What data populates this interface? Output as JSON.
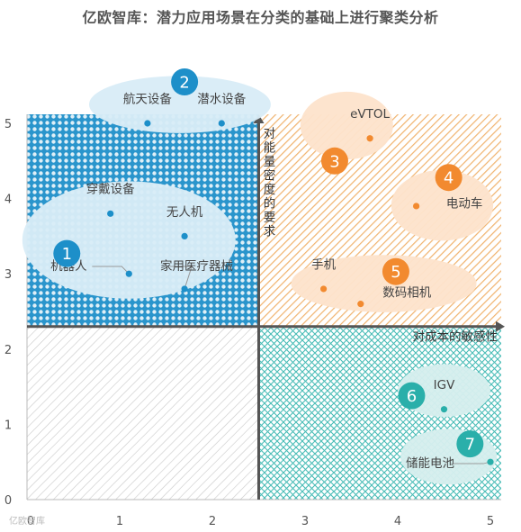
{
  "title": "亿欧智库：潜力应用场景在分类的基础上进行聚类分析",
  "watermark": "亿欧智库",
  "colors": {
    "blue": "#1d8fc9",
    "blue_fill": "#2a95cc",
    "blue_bubble": "#d8ecf7",
    "orange": "#f28a2f",
    "orange_pattern": "#f0b36e",
    "orange_bubble": "#fde3cc",
    "teal": "#2aafaa",
    "teal_pattern": "#48bcb6",
    "teal_bubble": "#d5eeed",
    "gray_pattern": "#c8c8c8",
    "axis": "#555555"
  },
  "chart_data": {
    "type": "scatter",
    "title": "亿欧智库：潜力应用场景在分类的基础上进行聚类分析",
    "xlabel": "对成本的敏感性",
    "ylabel": "对能量密度的要求",
    "xlim": [
      0,
      5
    ],
    "ylim": [
      0,
      5
    ],
    "x_ticks": [
      0,
      1,
      2,
      3,
      4,
      5
    ],
    "y_ticks": [
      0,
      1,
      2,
      3,
      4,
      5
    ],
    "divider": {
      "x": 2.5,
      "y": 2.3
    },
    "quadrants": [
      {
        "name": "top-left",
        "color": "#2a95cc",
        "pattern": "dots"
      },
      {
        "name": "top-right",
        "color": "#f0b36e",
        "pattern": "diagonal"
      },
      {
        "name": "bottom-left",
        "color": "#c8c8c8",
        "pattern": "diagonal"
      },
      {
        "name": "bottom-right",
        "color": "#48bcb6",
        "pattern": "crosshatch"
      }
    ],
    "clusters": [
      {
        "id": "1",
        "color": "#1d8fc9",
        "cx": 1.1,
        "cy": 3.45,
        "rx": 1.15,
        "ry": 0.78,
        "fill": "#d8ecf7",
        "badge": [
          0.43,
          3.27
        ]
      },
      {
        "id": "2",
        "color": "#1d8fc9",
        "cx": 1.65,
        "cy": 5.25,
        "rx": 0.98,
        "ry": 0.38,
        "fill": "#d8ecf7",
        "badge": [
          1.7,
          5.55
        ]
      },
      {
        "id": "3",
        "color": "#f28a2f",
        "cx": 3.45,
        "cy": 4.97,
        "rx": 0.5,
        "ry": 0.45,
        "fill": "#fde3cc",
        "badge": [
          3.32,
          4.5
        ]
      },
      {
        "id": "4",
        "color": "#f28a2f",
        "cx": 4.48,
        "cy": 3.91,
        "rx": 0.55,
        "ry": 0.47,
        "fill": "#fde3cc",
        "badge": [
          4.55,
          4.28
        ]
      },
      {
        "id": "5",
        "color": "#f28a2f",
        "cx": 3.85,
        "cy": 2.87,
        "rx": 1.0,
        "ry": 0.38,
        "fill": "#fde3cc",
        "badge": [
          3.98,
          3.03
        ]
      },
      {
        "id": "6",
        "color": "#2aafaa",
        "cx": 4.5,
        "cy": 1.45,
        "rx": 0.5,
        "ry": 0.35,
        "fill": "#d5eeed",
        "badge": [
          4.15,
          1.38
        ]
      },
      {
        "id": "7",
        "color": "#2aafaa",
        "cx": 4.55,
        "cy": 0.57,
        "rx": 0.52,
        "ry": 0.37,
        "fill": "#d5eeed",
        "badge": [
          4.78,
          0.74
        ]
      }
    ],
    "points": [
      {
        "label": "航天设备",
        "x": 1.3,
        "y": 5.0,
        "cluster": "2",
        "color": "#1d8fc9",
        "label_x": 1.3,
        "label_y": 5.27,
        "anchor": "middle"
      },
      {
        "label": "潜水设备",
        "x": 2.1,
        "y": 5.0,
        "cluster": "2",
        "color": "#1d8fc9",
        "label_x": 2.1,
        "label_y": 5.27,
        "anchor": "middle"
      },
      {
        "label": "穿戴设备",
        "x": 0.9,
        "y": 3.8,
        "cluster": "1",
        "color": "#1d8fc9",
        "label_x": 0.9,
        "label_y": 4.07,
        "anchor": "middle"
      },
      {
        "label": "无人机",
        "x": 1.7,
        "y": 3.5,
        "cluster": "1",
        "color": "#1d8fc9",
        "label_x": 1.7,
        "label_y": 3.77,
        "anchor": "middle"
      },
      {
        "label": "机器人",
        "x": 1.1,
        "y": 3.0,
        "cluster": "1",
        "color": "#1d8fc9",
        "label_x": 0.45,
        "label_y": 3.05,
        "anchor": "middle",
        "leader": true
      },
      {
        "label": "家用医疗器械",
        "x": 1.7,
        "y": 2.8,
        "cluster": "1",
        "color": "#1d8fc9",
        "label_x": 1.83,
        "label_y": 3.05,
        "anchor": "middle",
        "leader": true
      },
      {
        "label": "eVTOL",
        "x": 3.7,
        "y": 4.8,
        "cluster": "3",
        "color": "#f28a2f",
        "label_x": 3.7,
        "label_y": 5.07,
        "anchor": "middle"
      },
      {
        "label": "电动车",
        "x": 4.2,
        "y": 3.9,
        "cluster": "4",
        "color": "#f28a2f",
        "label_x": 4.72,
        "label_y": 3.88,
        "anchor": "middle"
      },
      {
        "label": "手机",
        "x": 3.2,
        "y": 2.8,
        "cluster": "5",
        "color": "#f28a2f",
        "label_x": 3.2,
        "label_y": 3.07,
        "anchor": "middle"
      },
      {
        "label": "数码相机",
        "x": 3.6,
        "y": 2.6,
        "cluster": "5",
        "color": "#f28a2f",
        "label_x": 4.1,
        "label_y": 2.7,
        "anchor": "middle"
      },
      {
        "label": "IGV",
        "x": 4.5,
        "y": 1.2,
        "cluster": "6",
        "color": "#2aafaa",
        "label_x": 4.5,
        "label_y": 1.47,
        "anchor": "middle"
      },
      {
        "label": "储能电池",
        "x": 5.0,
        "y": 0.5,
        "cluster": "7",
        "color": "#2aafaa",
        "label_x": 4.35,
        "label_y": 0.43,
        "anchor": "middle",
        "leader": true
      }
    ]
  }
}
